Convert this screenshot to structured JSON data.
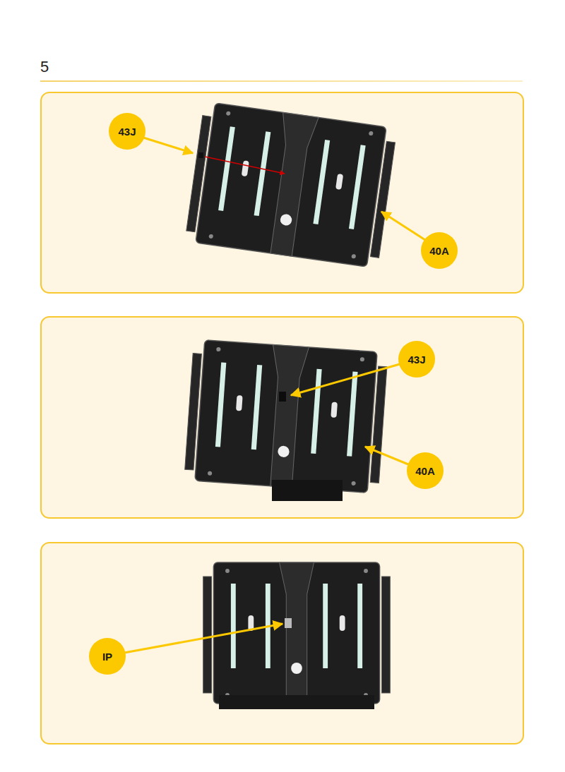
{
  "diagram": {
    "title": "5",
    "nodes": [
      {
        "text": [
          "43J"
        ]
      },
      {
        "text": [
          "40A"
        ]
      },
      {
        "text": [
          "43J"
        ]
      },
      {
        "text": [
          "40A"
        ]
      },
      {
        "text": [
          "IP"
        ]
      }
    ]
  }
}
